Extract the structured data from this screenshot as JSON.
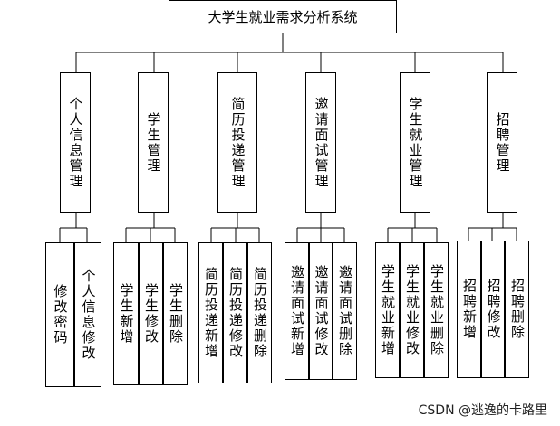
{
  "root": {
    "title": "大学生就业需求分析系统"
  },
  "modules": [
    {
      "label": "个人信息管理",
      "children": [
        "修改密码",
        "个人信息修改"
      ]
    },
    {
      "label": "学生管理",
      "children": [
        "学生新增",
        "学生修改",
        "学生删除"
      ]
    },
    {
      "label": "简历投递管理",
      "children": [
        "简历投递新增",
        "简历投递修改",
        "简历投递删除"
      ]
    },
    {
      "label": "邀请面试管理",
      "children": [
        "邀请面试新增",
        "邀请面试修改",
        "邀请面试删除"
      ]
    },
    {
      "label": "学生就业管理",
      "children": [
        "学生就业新增",
        "学生就业修改",
        "学生就业删除"
      ]
    },
    {
      "label": "招聘管理",
      "children": [
        "招聘新增",
        "招聘修改",
        "招聘删除"
      ]
    }
  ],
  "watermark": "CSDN @逃逸的卡路里"
}
